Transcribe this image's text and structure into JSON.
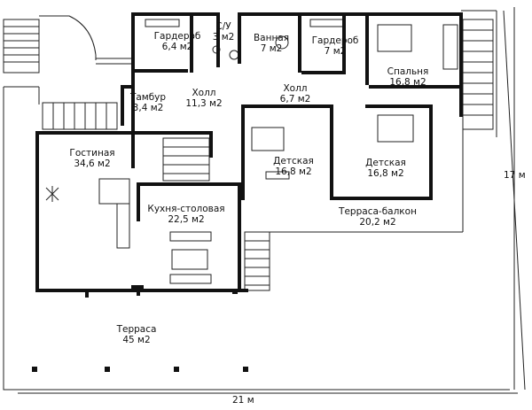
{
  "rooms": {
    "garderob1": {
      "name": "Гардероб",
      "area": "6,4 м2"
    },
    "su": {
      "name": "С/У",
      "area": "3 м2"
    },
    "vannaya": {
      "name": "Ванная",
      "area": "7 м2"
    },
    "garderob2": {
      "name": "Гардероб",
      "area": "7 м2"
    },
    "spalnya": {
      "name": "Спальня",
      "area": "16,8 м2"
    },
    "tambur": {
      "name": "Тамбур",
      "area": "3,4 м2"
    },
    "holl1": {
      "name": "Холл",
      "area": "11,3 м2"
    },
    "holl2": {
      "name": "Холл",
      "area": "6,7 м2"
    },
    "gostinaya": {
      "name": "Гостиная",
      "area": "34,6 м2"
    },
    "detskaya1": {
      "name": "Детская",
      "area": "16,8 м2"
    },
    "detskaya2": {
      "name": "Детская",
      "area": "16,8 м2"
    },
    "kuhnya": {
      "name": "Кухня-столовая",
      "area": "22,5 м2"
    },
    "terrasa_balkon": {
      "name": "Терраса-балкон",
      "area": "20,2 м2"
    },
    "terrasa": {
      "name": "Терраса",
      "area": "45 м2"
    }
  },
  "dimensions": {
    "width": "21 м",
    "height": "17 м"
  }
}
